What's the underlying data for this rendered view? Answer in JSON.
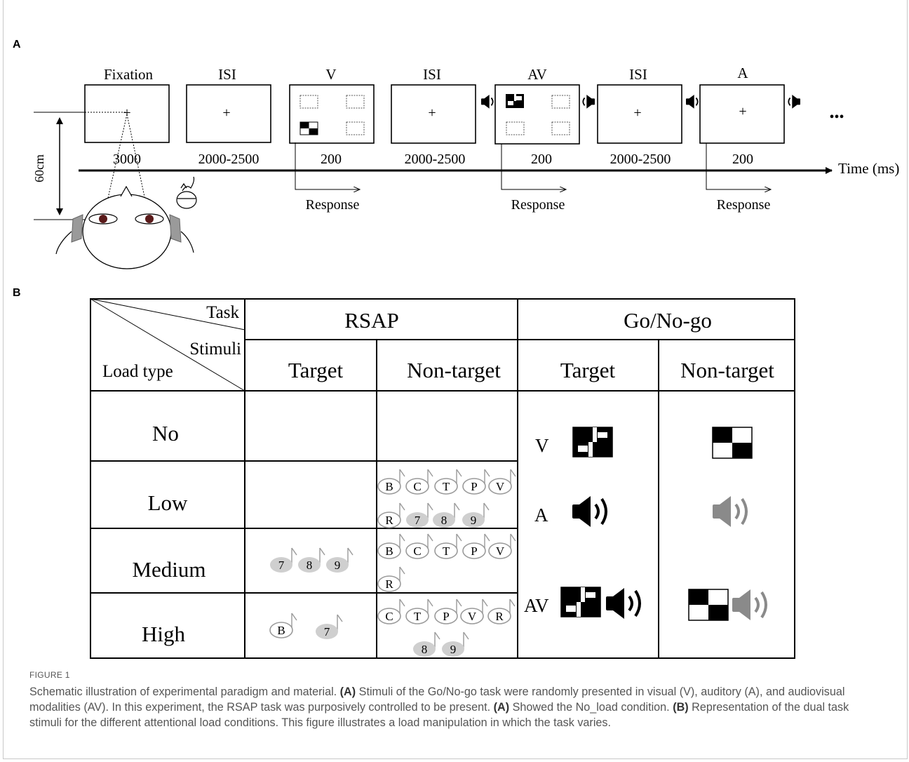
{
  "panel_a": {
    "label": "A",
    "screens": [
      {
        "title": "Fixation",
        "duration": "3000"
      },
      {
        "title": "ISI",
        "duration": "2000-2500"
      },
      {
        "title": "V",
        "duration": "200"
      },
      {
        "title": "ISI",
        "duration": "2000-2500"
      },
      {
        "title": "AV",
        "duration": "200"
      },
      {
        "title": "ISI",
        "duration": "2000-2500"
      },
      {
        "title": "A",
        "duration": "200"
      }
    ],
    "fixation_cross": "+",
    "ellipsis": "•••",
    "time_axis_label": "Time (ms)",
    "response_label": "Response",
    "distance_label": "60cm"
  },
  "panel_b": {
    "label": "B",
    "corner": {
      "task": "Task",
      "stimuli": "Stimuli",
      "load_type": "Load type"
    },
    "tasks": [
      "RSAP",
      "Go/No-go"
    ],
    "columns": [
      "Target",
      "Non-target",
      "Target",
      "Non-target"
    ],
    "rows": [
      "No",
      "Low",
      "Medium",
      "High"
    ],
    "modalities": [
      "V",
      "A",
      "AV"
    ],
    "low_nontarget": {
      "letters": [
        "B",
        "C",
        "T",
        "P",
        "V",
        "R"
      ],
      "digits": [
        "7",
        "8",
        "9"
      ]
    },
    "medium_target": [
      "7",
      "8",
      "9"
    ],
    "medium_nontarget": [
      "B",
      "C",
      "T",
      "P",
      "V",
      "R"
    ],
    "high_target": {
      "letter": "B",
      "digit": "7"
    },
    "high_nontarget": {
      "letters": [
        "C",
        "T",
        "P",
        "V",
        "R"
      ],
      "digits": [
        "8",
        "9"
      ]
    }
  },
  "caption": {
    "figure_label": "FIGURE 1",
    "s1": "Schematic illustration of experimental paradigm and material. ",
    "b1": "(A)",
    "s2": " Stimuli of the Go/No-go task were randomly presented in visual (V), auditory (A), and audiovisual modalities (AV). In this experiment, the RSAP task was purposively controlled to be present. ",
    "b2": "(A)",
    "s3": " Showed the No_load condition. ",
    "b3": "(B)",
    "s4": " Representation of the dual task stimuli for the different attentional load conditions. This figure illustrates a load manipulation in which the task varies."
  },
  "colors": {
    "ink": "#000000",
    "gray_note": "#cfcfcf",
    "gray_speaker": "#8a8a8a",
    "caption": "#555555"
  }
}
